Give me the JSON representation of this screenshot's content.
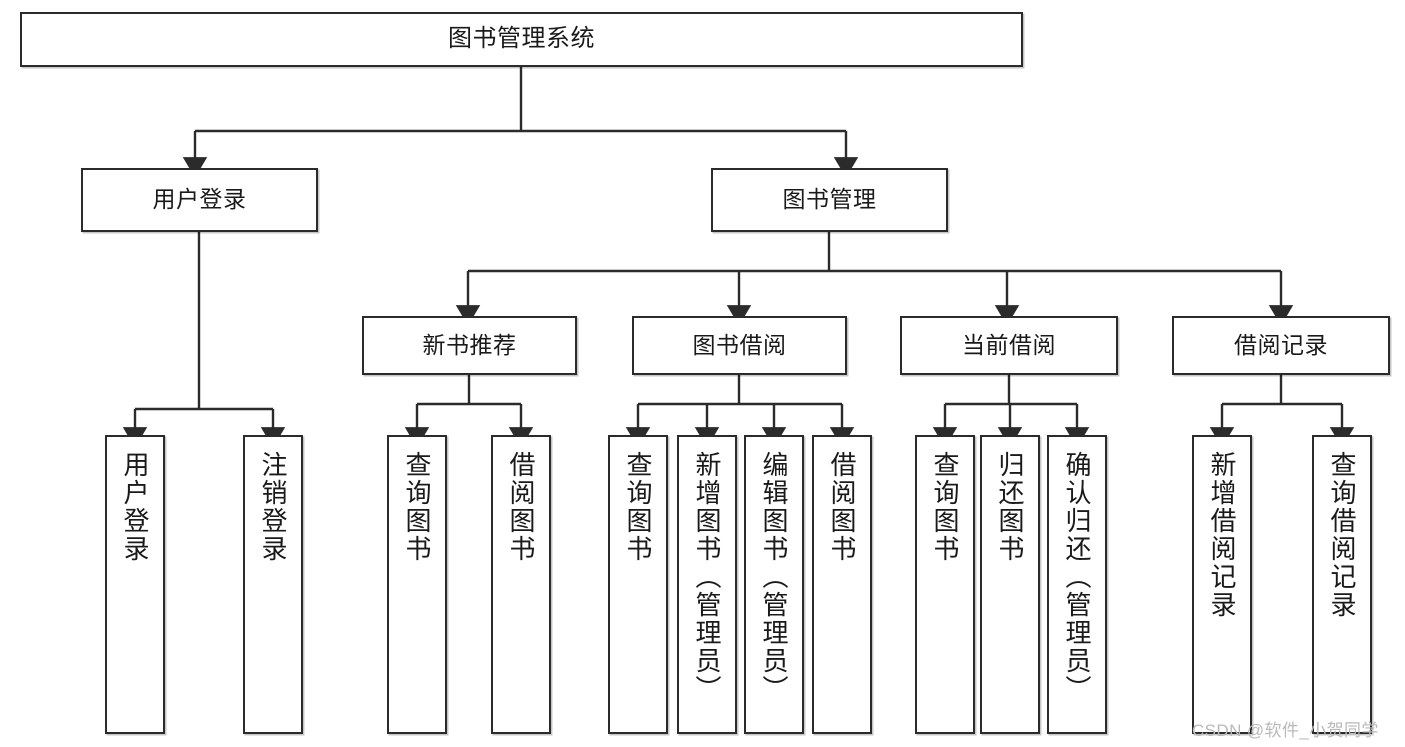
{
  "diagram": {
    "title": "图书管理系统",
    "type": "tree",
    "watermark": "CSDN @软件_小贺同学",
    "stroke_color": "#2b2b2b",
    "fill_color": "#ffffff",
    "text_color": "#1a1a1a",
    "watermark_color": "#b9b9b9"
  },
  "nodes": {
    "root": {
      "label": "图书管理系统",
      "level": 0
    },
    "level1": [
      {
        "id": "user-login",
        "label": "用户登录"
      },
      {
        "id": "book-management",
        "label": "图书管理"
      }
    ],
    "level2": [
      {
        "id": "new-book-recommend",
        "label": "新书推荐",
        "parent": "book-management"
      },
      {
        "id": "book-borrow",
        "label": "图书借阅",
        "parent": "book-management"
      },
      {
        "id": "current-borrow",
        "label": "当前借阅",
        "parent": "book-management"
      },
      {
        "id": "borrow-record",
        "label": "借阅记录",
        "parent": "book-management"
      }
    ],
    "leaves": [
      {
        "id": "leaf-user-login",
        "label": "用户登录",
        "parent": "user-login"
      },
      {
        "id": "leaf-user-logout",
        "label": "注销登录",
        "parent": "user-login"
      },
      {
        "id": "leaf-query-book-1",
        "label": "查询图书",
        "parent": "new-book-recommend"
      },
      {
        "id": "leaf-borrow-book-1",
        "label": "借阅图书",
        "parent": "new-book-recommend"
      },
      {
        "id": "leaf-query-book-2",
        "label": "查询图书",
        "parent": "book-borrow"
      },
      {
        "id": "leaf-add-book",
        "label": "新增图书（管理员）",
        "parent": "book-borrow"
      },
      {
        "id": "leaf-edit-book",
        "label": "编辑图书（管理员）",
        "parent": "book-borrow"
      },
      {
        "id": "leaf-borrow-book-2",
        "label": "借阅图书",
        "parent": "book-borrow"
      },
      {
        "id": "leaf-query-book-3",
        "label": "查询图书",
        "parent": "current-borrow"
      },
      {
        "id": "leaf-return-book",
        "label": "归还图书",
        "parent": "current-borrow"
      },
      {
        "id": "leaf-confirm-return",
        "label": "确认归还（管理员）",
        "parent": "current-borrow"
      },
      {
        "id": "leaf-add-record",
        "label": "新增借阅记录",
        "parent": "borrow-record"
      },
      {
        "id": "leaf-query-record",
        "label": "查询借阅记录",
        "parent": "borrow-record"
      }
    ]
  }
}
